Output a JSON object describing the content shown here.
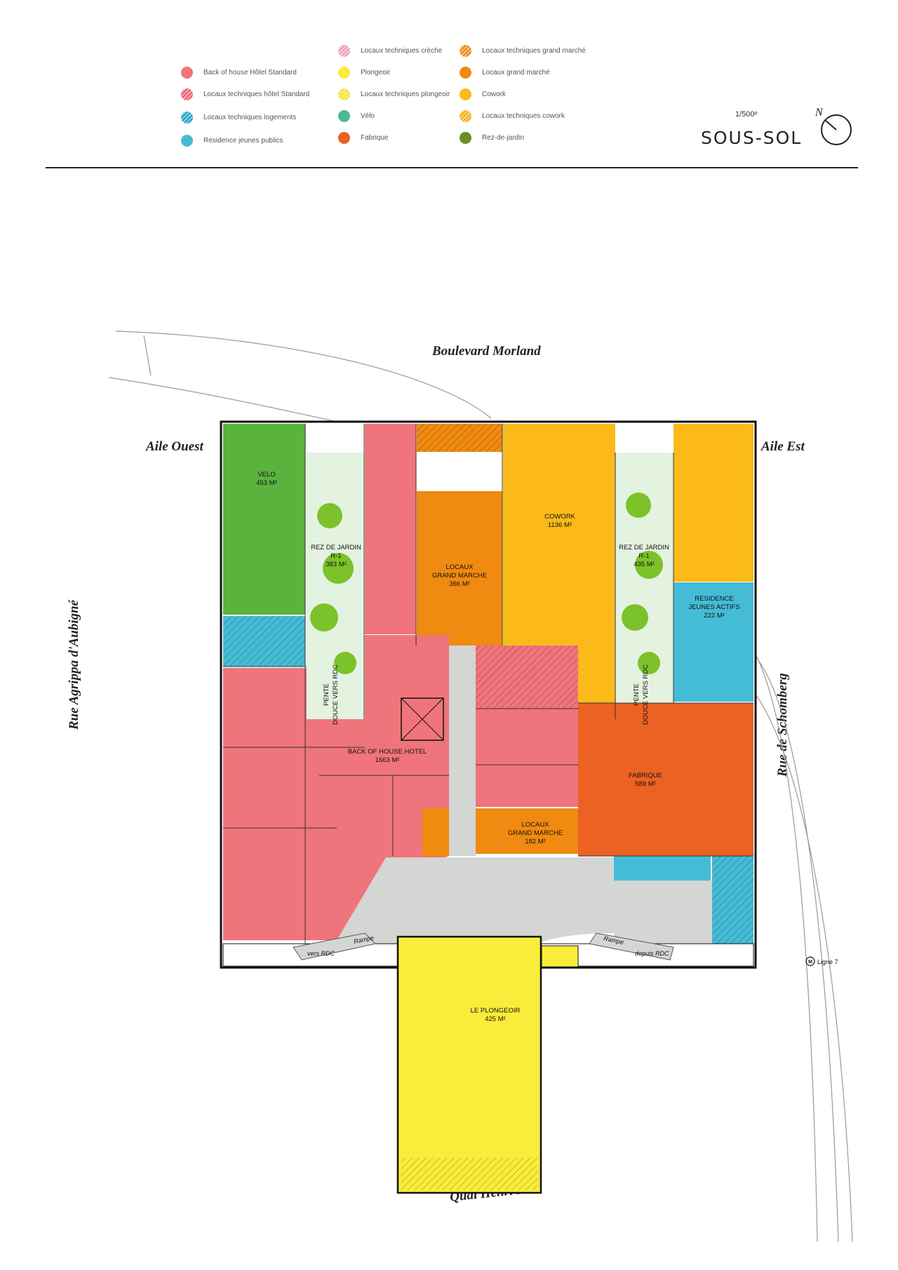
{
  "legend": {
    "items": [
      {
        "label": "Back of house Hôtel Standard",
        "color": "#f0747b",
        "hatched": false
      },
      {
        "label": "Locaux techniques hôtel Standard",
        "color": "#ee6470",
        "hatched": true
      },
      {
        "label": "Locaux techniques logements",
        "color": "#2aa6c6",
        "hatched": true
      },
      {
        "label": "Résidence jeunes publics",
        "color": "#45bcd6",
        "hatched": false
      },
      {
        "label": "Locaux techniques crèche",
        "color": "#f3a0c0",
        "hatched": true
      },
      {
        "label": "Plongeoir",
        "color": "#f9ec3b",
        "hatched": false
      },
      {
        "label": "Locaux techniques plongeoir",
        "color": "#f3e23a",
        "hatched": true
      },
      {
        "label": "Vélo",
        "color": "#4cb89a",
        "hatched": false
      },
      {
        "label": "Fabrique",
        "color": "#ec6222",
        "hatched": false
      },
      {
        "label": "Locaux techniques grand marché",
        "color": "#ee8a1c",
        "hatched": true
      },
      {
        "label": "Locaux grand marché",
        "color": "#f08a10",
        "hatched": false
      },
      {
        "label": "Cowork",
        "color": "#fbba1a",
        "hatched": false
      },
      {
        "label": "Locaux techniques cowork",
        "color": "#f7b21a",
        "hatched": true
      },
      {
        "label": "Rez-de-jardin",
        "color": "#6b8e23",
        "hatched": false
      }
    ]
  },
  "header": {
    "scale": "1/500ᵉ",
    "level_title": "SOUS-SOL",
    "north": "N"
  },
  "streets": {
    "north": "Boulevard Morland",
    "west": "Rue Agrippa d'Aubigné",
    "east": "Rue de Schomberg",
    "south": "Quai Henri IV"
  },
  "wings": {
    "west": "Aile Ouest",
    "east": "Aile Est"
  },
  "metro": {
    "symbol": "M",
    "label": "Ligne 7"
  },
  "zones": {
    "velo": {
      "name": "VELO",
      "area": "453 M²"
    },
    "jardin_west": {
      "name": "REZ DE JARDIN",
      "level": "R-1",
      "area": "383 M²"
    },
    "grand_marche_north": {
      "name1": "LOCAUX",
      "name2": "GRAND MARCHE",
      "area": "366 M²"
    },
    "cowork": {
      "name": "COWORK",
      "area": "1136 M²"
    },
    "jardin_east": {
      "name": "REZ DE JARDIN",
      "level": "R-1",
      "area": "435 M²"
    },
    "residence": {
      "name1": "RESIDENCE",
      "name2": "JEUNES ACTIFS",
      "area": "222 M²"
    },
    "pente_west": {
      "line1": "PENTE",
      "line2": "DOUCE VERS RDC"
    },
    "pente_east": {
      "line1": "PENTE",
      "line2": "DOUCE VERS RDC"
    },
    "back_of_house": {
      "name": "BACK OF HOUSE HOTEL",
      "area": "1663 M²"
    },
    "fabrique": {
      "name": "FABRIQUE",
      "area": "589 M²"
    },
    "grand_marche_south": {
      "name1": "LOCAUX",
      "name2": "GRAND MARCHE",
      "area": "182 M²"
    },
    "plongeoir": {
      "name": "LE PLONGEOIR",
      "area": "425 M²"
    }
  },
  "ramps": {
    "west_ramp": "Rampe",
    "west_dest": "vers RDC",
    "east_ramp": "Rampe",
    "east_dest": "depuis RDC"
  },
  "colors": {
    "velo": "#5ab33d",
    "jardin": "#e4f2e0",
    "grand_marche": "#f08a10",
    "cowork": "#fbba1a",
    "residence": "#45bcd6",
    "back_of_house": "#f0747b",
    "fabrique": "#ec6222",
    "plongeoir": "#f9ec3b",
    "circulation": "#d4d6d4",
    "tree": "#7cc22a"
  }
}
